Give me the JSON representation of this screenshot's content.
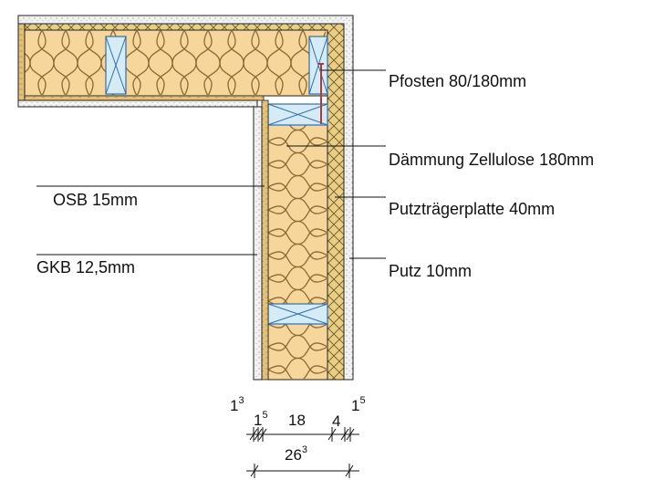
{
  "labels": {
    "post": "Pfosten 80/180mm",
    "insulation": "Dämmung Zellulose 180mm",
    "woodfibre_board": "Putzträgerplatte 40mm",
    "render": "Putz 10mm",
    "osb": "OSB 15mm",
    "gypsum_board": "GKB 12,5mm"
  },
  "dimensions": {
    "gkb": {
      "base": "1",
      "sup": "3"
    },
    "osb": {
      "base": "1",
      "sup": "5"
    },
    "insulation": "18",
    "board": "4",
    "render": {
      "base": "1",
      "sup": "5"
    },
    "total": {
      "base": "26",
      "sup": "3"
    }
  },
  "colors": {
    "insulation": "#f6d69a",
    "insulation_line": "#8a6a35",
    "post_fill": "#d5ecf6",
    "post_line": "#2f6fb3",
    "woodfibre": "#e8cf85",
    "osb": "#e3c176",
    "line": "#222222",
    "screw": "#b03a3a"
  }
}
